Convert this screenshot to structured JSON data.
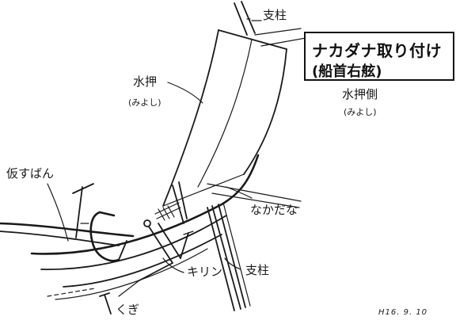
{
  "title": {
    "line1": "ナカダナ取り付け",
    "line2": "(船首右舷)"
  },
  "labels": {
    "support_post_top": "支柱",
    "miyoshi_main": "水押",
    "miyoshi_main_reading": "(みよし)",
    "miyoshi_side": "水押側",
    "miyoshi_side_reading": "(みよし)",
    "board_clamp": "仮すばん",
    "nakadana": "なかだな",
    "kirin": "キリン",
    "support_post_bottom": "支柱",
    "nail": "くぎ"
  },
  "date": "H16. 9. 10"
}
